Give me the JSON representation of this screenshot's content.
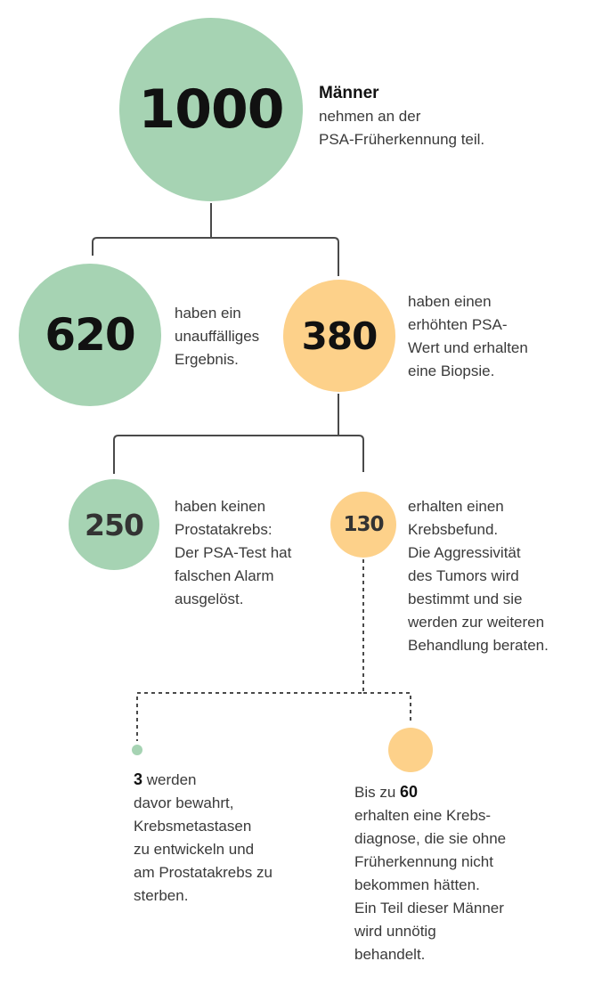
{
  "colors": {
    "green": "#a6d3b3",
    "yellow": "#fdd18a",
    "line": "#4a4a4a",
    "text": "#3a3a3a"
  },
  "nodes": {
    "root": {
      "number": "1000",
      "title": "Männer",
      "lines": [
        "nehmen an der",
        "PSA-Früherkennung teil."
      ]
    },
    "unremarkable": {
      "number": "620",
      "lines": [
        "haben ein",
        "unauffälliges",
        "Ergebnis."
      ]
    },
    "elevated": {
      "number": "380",
      "lines": [
        "haben einen",
        "erhöhten PSA-",
        "Wert und erhalten",
        "eine Biopsie."
      ]
    },
    "false_alarm": {
      "number": "250",
      "lines": [
        "haben keinen",
        "Prostatakrebs:",
        "Der PSA-Test hat",
        "falschen Alarm",
        "ausgelöst."
      ]
    },
    "cancer_found": {
      "number": "130",
      "lines": [
        "erhalten einen",
        "Krebsbefund.",
        "Die Aggressivität",
        "des Tumors wird",
        "bestimmt und sie",
        "werden zur weiteren",
        "Behandlung beraten."
      ]
    },
    "saved": {
      "number": "3",
      "suffix": "werden",
      "lines": [
        "davor bewahrt,",
        "Krebsmetastasen",
        "zu entwickeln und",
        "am Prostatakrebs zu",
        "sterben."
      ]
    },
    "overdiagnosed": {
      "prefix": "Bis zu",
      "number": "60",
      "lines": [
        "erhalten eine Krebs-",
        "diagnose, die sie ohne",
        "Früherkennung nicht",
        "bekommen hätten.",
        "Ein Teil dieser Männer",
        "wird unnötig",
        "behandelt."
      ]
    }
  }
}
